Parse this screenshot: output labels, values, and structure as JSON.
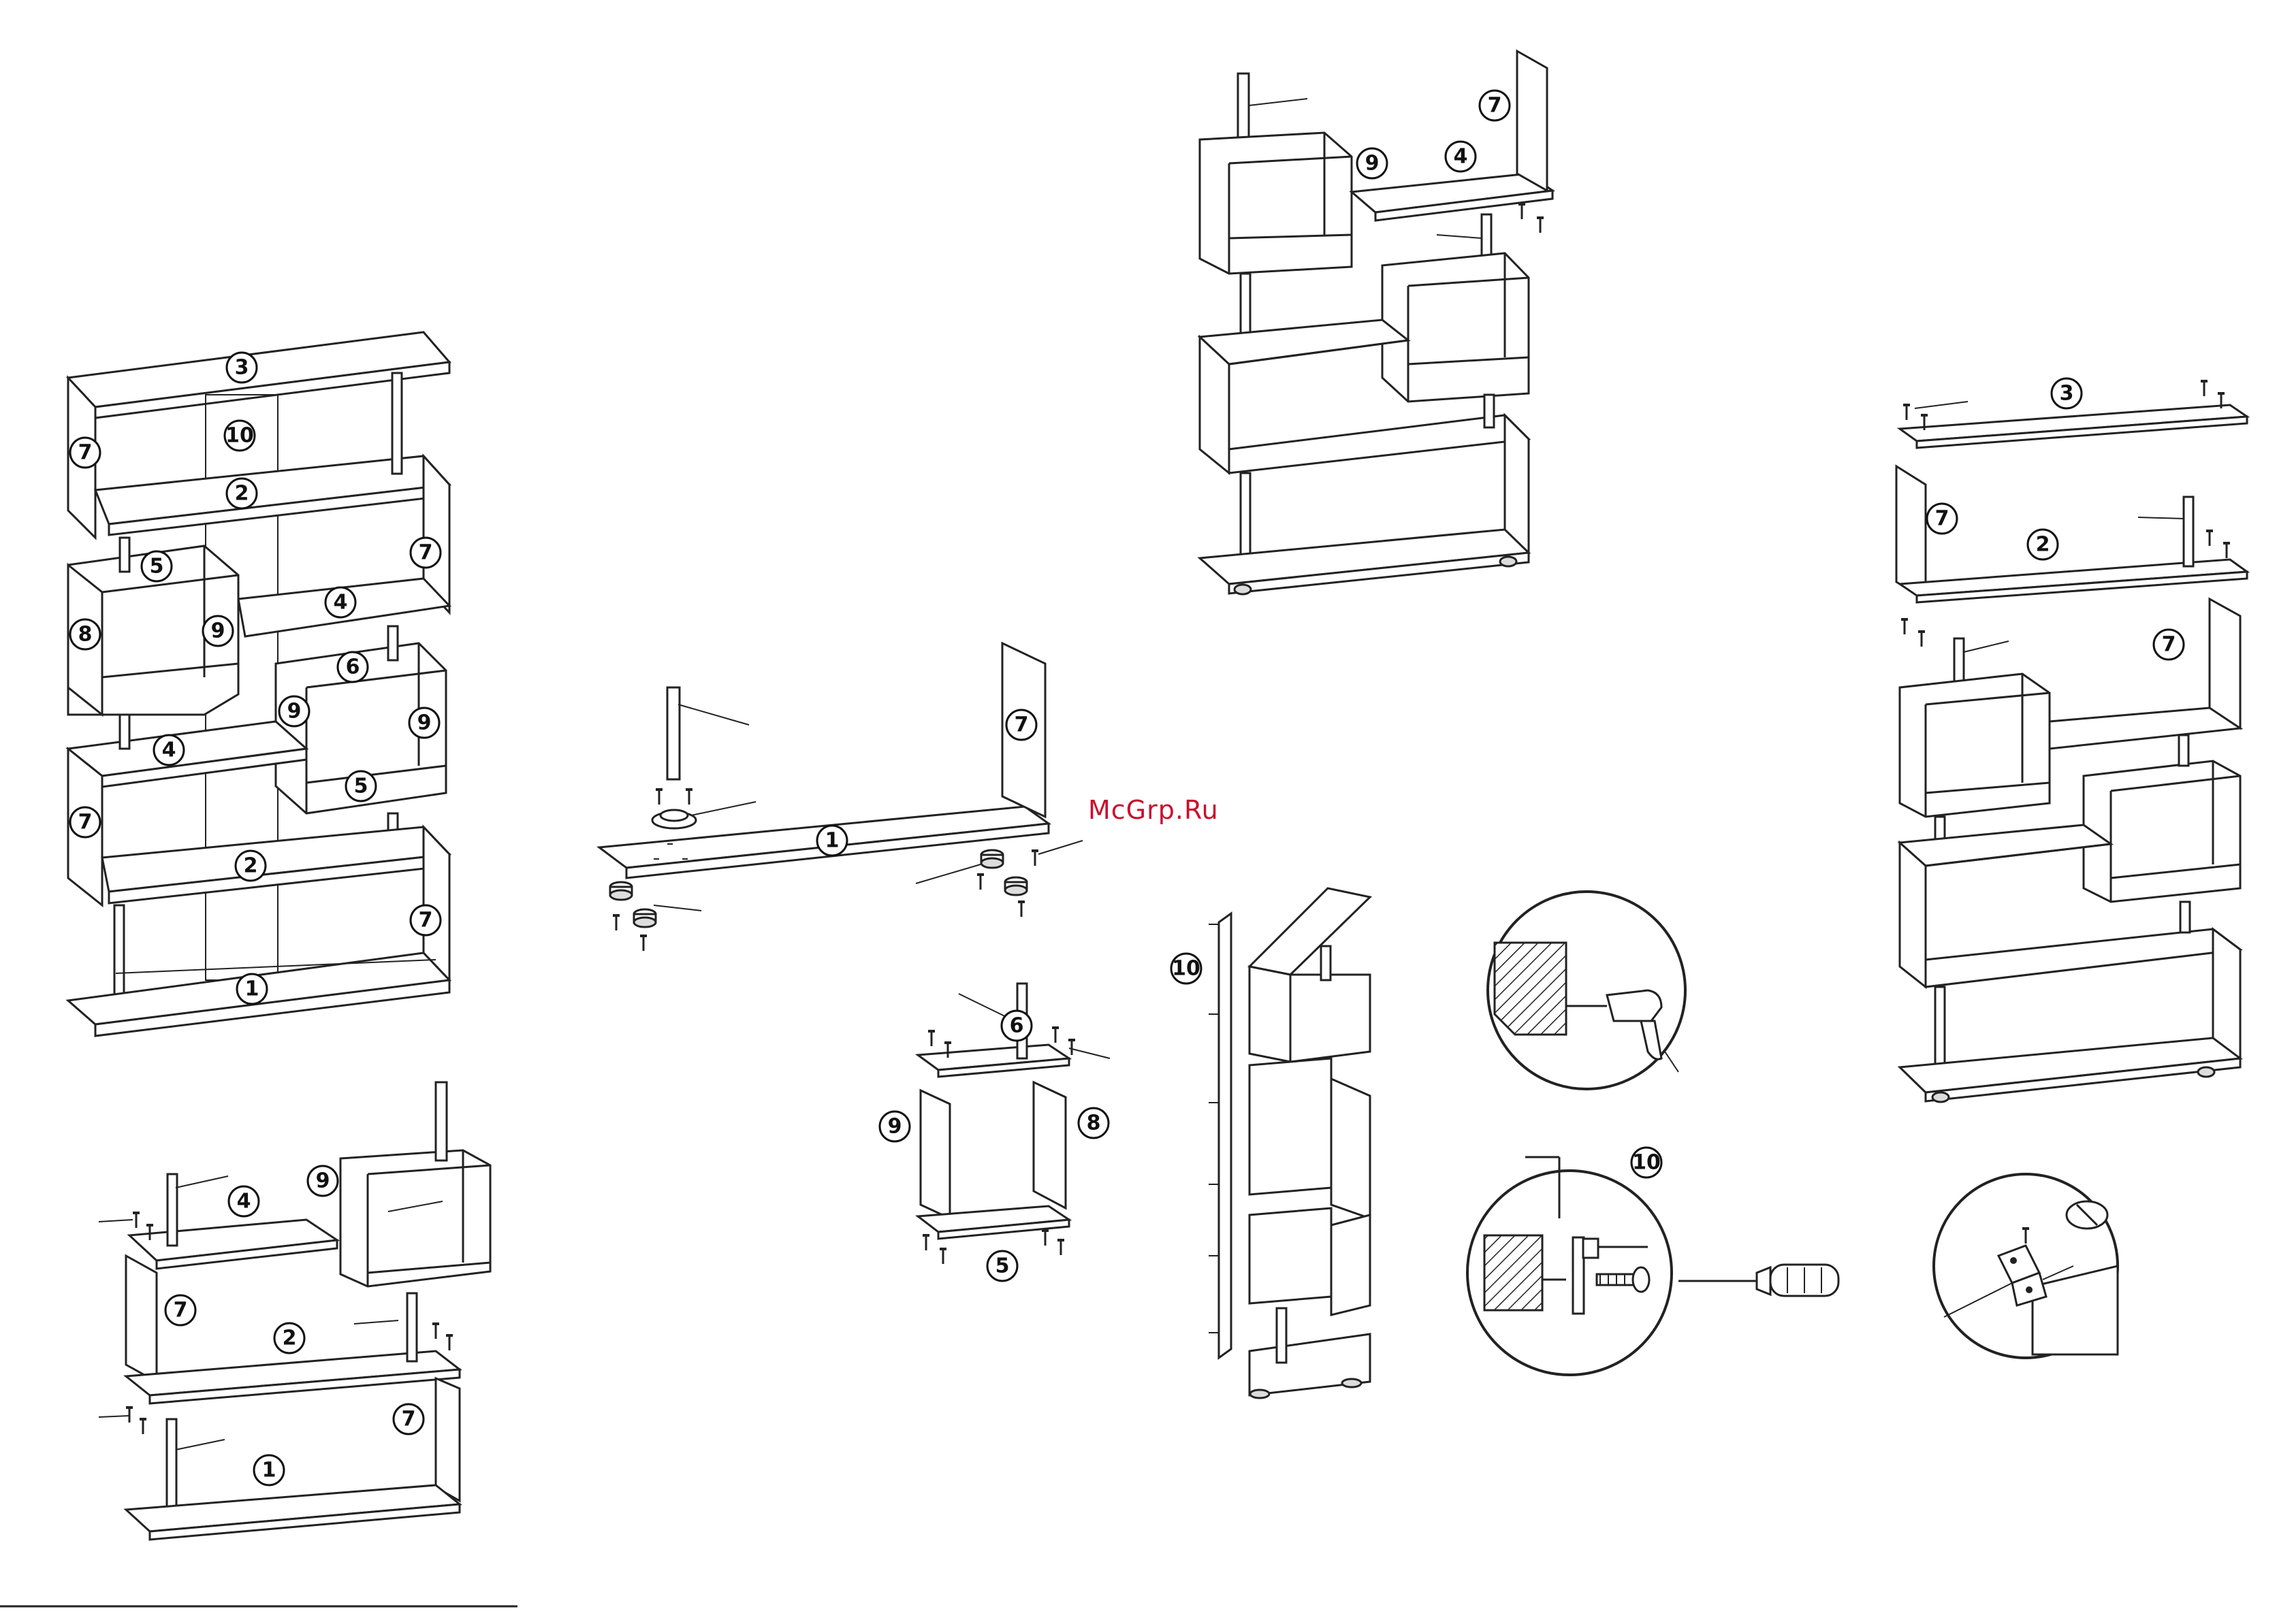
{
  "watermark": "McGrp.Ru",
  "callouts": [
    "1",
    "2",
    "3",
    "4",
    "5",
    "6",
    "7",
    "8",
    "9",
    "10"
  ],
  "icons": [
    "drill-icon",
    "screwdriver-icon",
    "wall-anchor-icon",
    "bracket-icon",
    "leg-icon",
    "screw-icon",
    "dowel-icon"
  ],
  "colors": {
    "line": "#222222",
    "watermark": "#c8102e",
    "background": "#ffffff"
  }
}
